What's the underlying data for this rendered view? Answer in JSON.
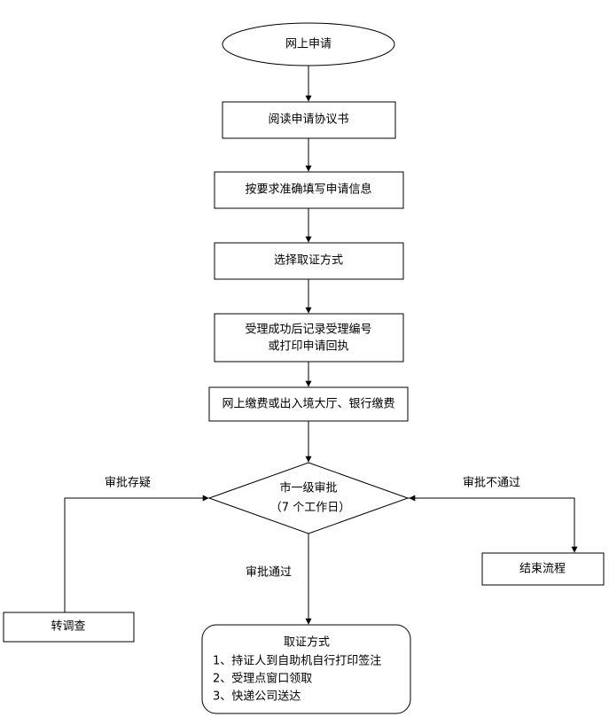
{
  "nodes": {
    "start": "网上申请",
    "read_agreement": "阅读申请协议书",
    "fill_info": "按要求准确填写申请信息",
    "choose_method": "选择取证方式",
    "record_number_line1": "受理成功后记录受理编号",
    "record_number_line2": "或打印申请回执",
    "payment": "网上缴费或出入境大厅、银行缴费",
    "approval_line1": "市一级审批",
    "approval_line2": "（7 个工作日）",
    "end_process": "结束流程",
    "investigate": "转调查",
    "pickup_title": "取证方式",
    "pickup_item1": "1、持证人到自助机自行打印签注",
    "pickup_item2": "2、受理点窗口领取",
    "pickup_item3": "3、快递公司送达"
  },
  "edges": {
    "doubt": "审批存疑",
    "rejected": "审批不通过",
    "approved": "审批通过"
  }
}
